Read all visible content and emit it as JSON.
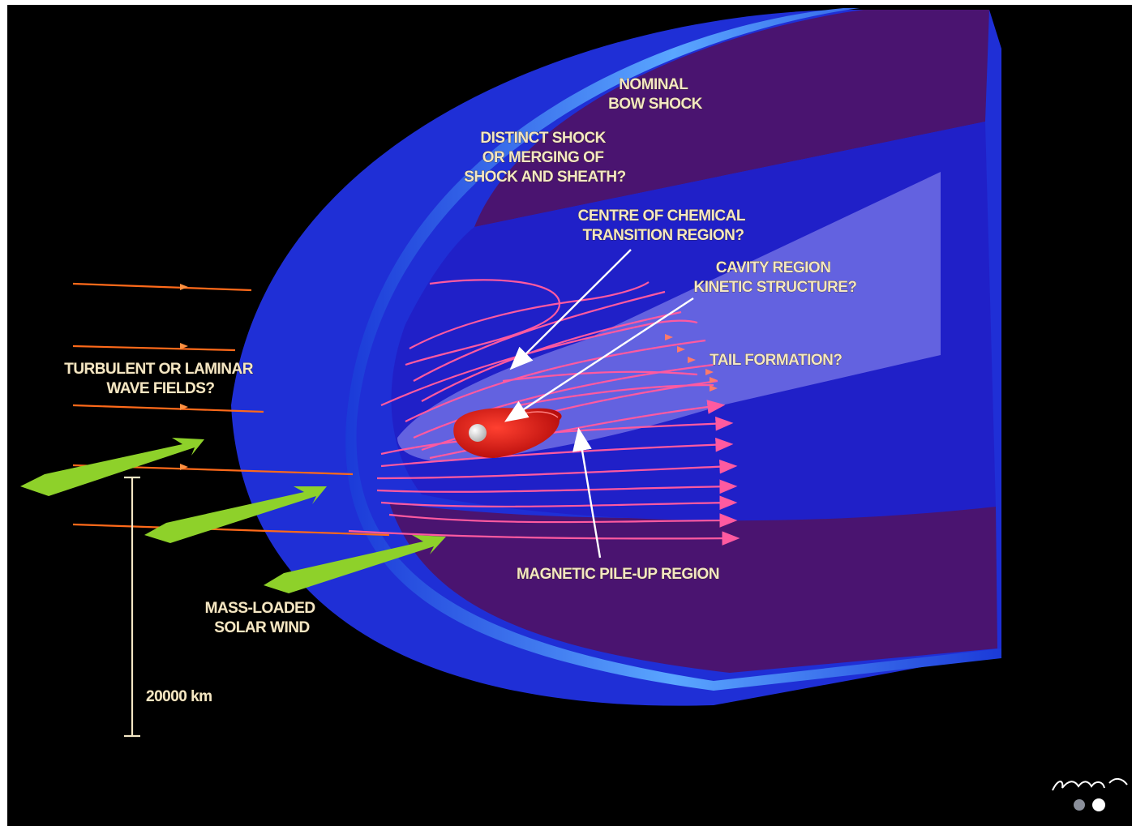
{
  "labels": {
    "nominal_bow_shock": [
      "NOMINAL",
      "BOW SHOCK"
    ],
    "distinct_shock": [
      "DISTINCT SHOCK",
      "OR MERGING OF",
      "SHOCK AND SHEATH?"
    ],
    "chemical_transition": [
      "CENTRE OF CHEMICAL",
      "TRANSITION REGION?"
    ],
    "cavity_region": [
      "CAVITY REGION",
      "KINETIC STRUCTURE?"
    ],
    "tail_formation": "TAIL FORMATION?",
    "turbulent_wave": [
      "TURBULENT OR LAMINAR",
      "WAVE FIELDS?"
    ],
    "magnetic_pileup": "MAGNETIC PILE-UP REGION",
    "mass_loaded": [
      "MASS-LOADED",
      "SOLAR WIND"
    ],
    "scale_bar": "20000 km"
  },
  "colors": {
    "background": "#000000",
    "bow_shock": "#1f2fd6",
    "shock_edge": "#3a7cf0",
    "interior_purple": "#4a1470",
    "field_lines": "#ff5aa0",
    "solar_wind_lines": "#ff6a1a",
    "green_arrows": "#8ed12a",
    "nucleus": "#e01010",
    "label_text": "#f3e6c4"
  }
}
